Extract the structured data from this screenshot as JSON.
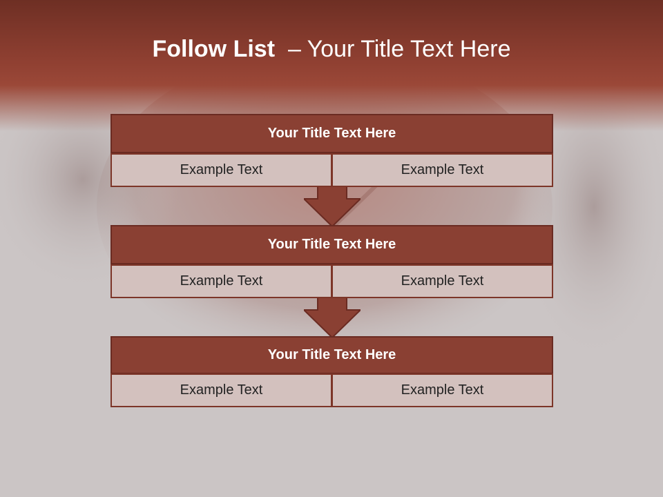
{
  "colors": {
    "header_dark": "#6e2f24",
    "title_bar": "#8a4033",
    "cell_fill": "#d3c1be",
    "background": "#c9c3c3"
  },
  "header": {
    "title_strong": "Follow List",
    "title_rest": "– Your Title Text Here"
  },
  "steps": [
    {
      "title": "Your Title Text Here",
      "left": "Example Text",
      "right": "Example Text"
    },
    {
      "title": "Your Title Text Here",
      "left": "Example Text",
      "right": "Example Text"
    },
    {
      "title": "Your Title Text Here",
      "left": "Example Text",
      "right": "Example Text"
    }
  ],
  "connectors": [
    "down-arrow-icon",
    "down-arrow-icon"
  ]
}
